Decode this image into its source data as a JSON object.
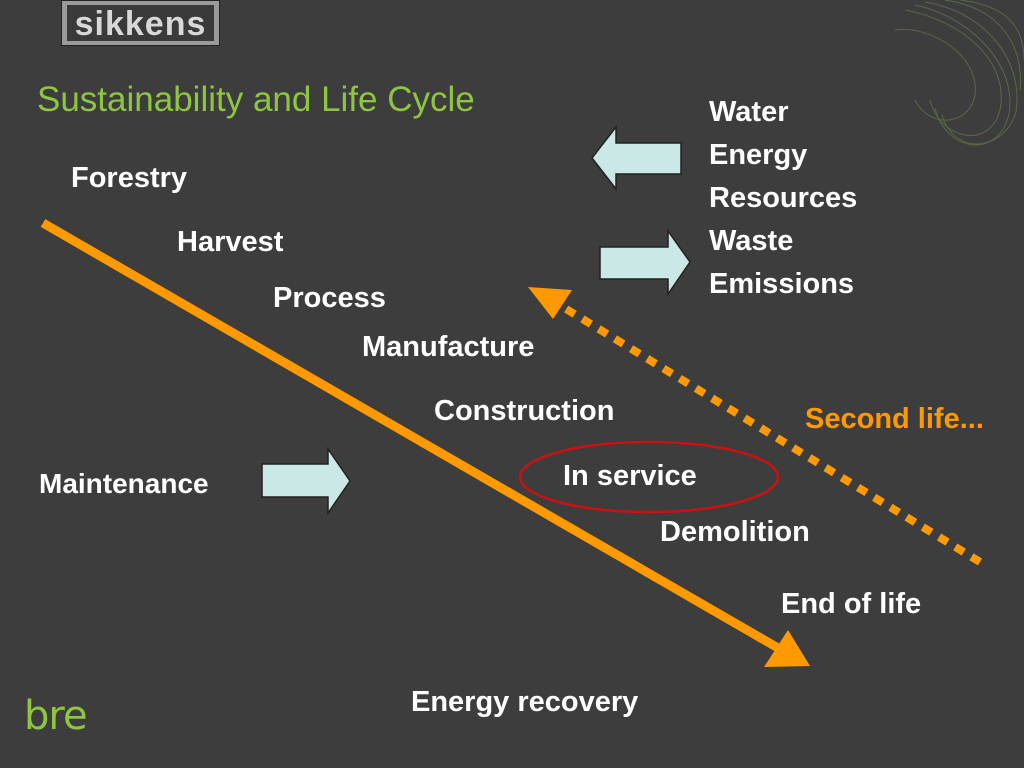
{
  "title": "Sustainability and Life Cycle",
  "logo_text": "sikkens",
  "footer_logo_text": "bre",
  "stages": {
    "forestry": "Forestry",
    "harvest": "Harvest",
    "process": "Process",
    "manufacture": "Manufacture",
    "construction": "Construction",
    "in_service": "In service",
    "demolition": "Demolition",
    "end_of_life": "End of life",
    "energy_recovery": "Energy recovery"
  },
  "maintenance": "Maintenance",
  "second_life": "Second life...",
  "inputs_outputs": [
    "Water",
    "Energy",
    "Resources",
    "Waste",
    "Emissions"
  ],
  "colors": {
    "background": "#3d3d3d",
    "title": "#8dc63f",
    "lifecycle_arrow": "#ff9900",
    "block_arrow_fill": "#c9e8e6",
    "highlight_ellipse": "#cc1111"
  }
}
